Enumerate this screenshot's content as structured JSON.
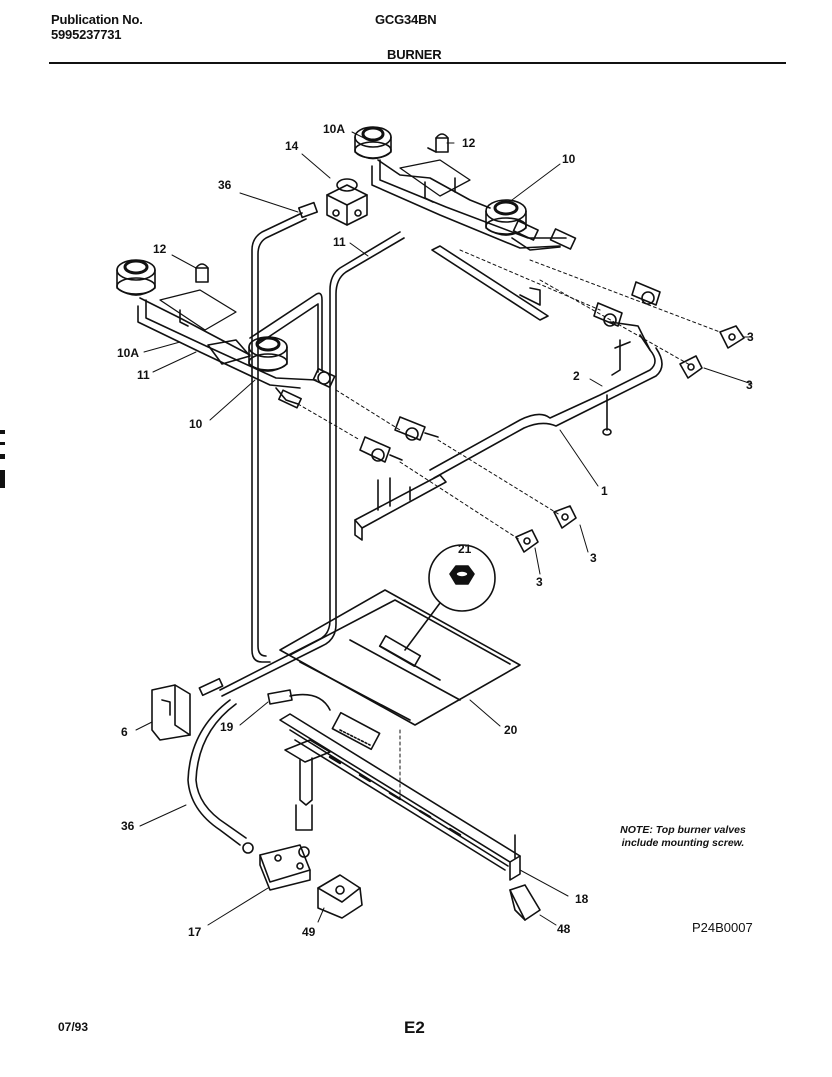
{
  "header": {
    "publication_label": "Publication No.",
    "publication_number": "5995237731",
    "model": "GCG34BN",
    "section": "BURNER"
  },
  "callouts": [
    "10A",
    "12",
    "14",
    "36",
    "10",
    "11",
    "12",
    "10A",
    "11",
    "10",
    "3",
    "3",
    "2",
    "1",
    "3",
    "21",
    "3",
    "6",
    "19",
    "20",
    "36",
    "18",
    "17",
    "49",
    "48"
  ],
  "note": {
    "line1": "NOTE: Top burner valves",
    "line2": "include mounting screw."
  },
  "diagram_code": "P24B0007",
  "footer": {
    "date": "07/93",
    "page": "E2"
  }
}
